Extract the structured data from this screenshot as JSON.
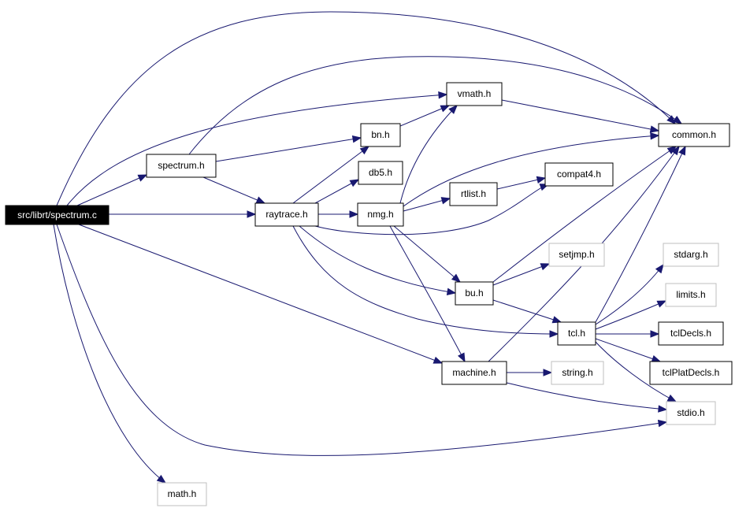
{
  "diagram": {
    "nodes": {
      "spectrum_c": "src/librt/spectrum.c",
      "spectrum_h": "spectrum.h",
      "raytrace_h": "raytrace.h",
      "bn_h": "bn.h",
      "db5_h": "db5.h",
      "nmg_h": "nmg.h",
      "vmath_h": "vmath.h",
      "common_h": "common.h",
      "compat4_h": "compat4.h",
      "rtlist_h": "rtlist.h",
      "bu_h": "bu.h",
      "setjmp_h": "setjmp.h",
      "tcl_h": "tcl.h",
      "stdarg_h": "stdarg.h",
      "limits_h": "limits.h",
      "tclDecls_h": "tclDecls.h",
      "tclPlatDecls_h": "tclPlatDecls.h",
      "machine_h": "machine.h",
      "string_h": "string.h",
      "stdio_h": "stdio.h",
      "math_h": "math.h"
    },
    "colors": {
      "edge": "#191970",
      "node_border": "#000000",
      "external_border": "#bfbfbf",
      "root_fill": "#000000",
      "root_text": "#ffffff"
    }
  }
}
